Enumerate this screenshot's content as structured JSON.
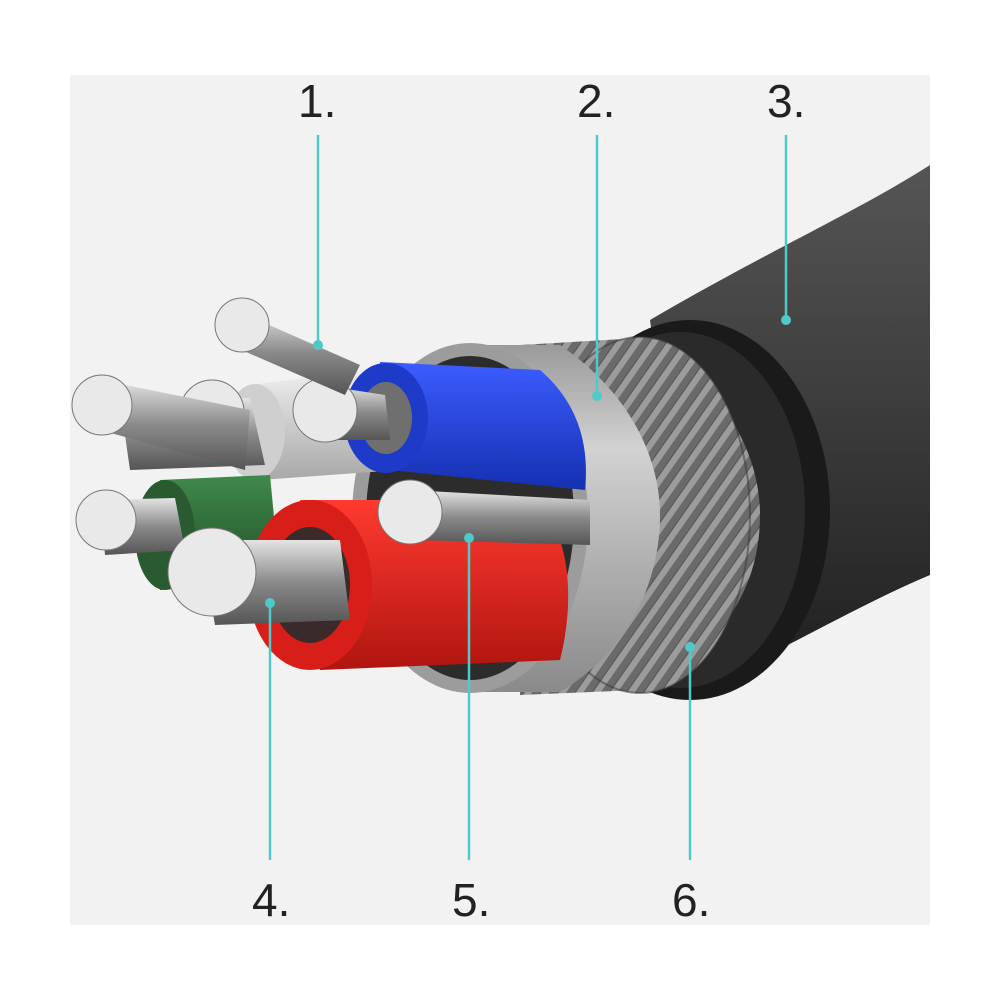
{
  "callouts": [
    {
      "number": "1.",
      "target": "bare-copper-strand"
    },
    {
      "number": "2.",
      "target": "aluminum-foil-shield"
    },
    {
      "number": "3.",
      "target": "outer-jacket"
    },
    {
      "number": "4.",
      "target": "red-wire-conductor"
    },
    {
      "number": "5.",
      "target": "drain-wire"
    },
    {
      "number": "6.",
      "target": "braided-shield"
    }
  ],
  "colors": {
    "background": "#f2f2f2",
    "leader": "#4fc9c9",
    "jacket": "#3a3a3a",
    "foil": "#b4b4b4",
    "blue_wire": "#2346e0",
    "red_wire": "#e8241e",
    "green_wire": "#2e6a38",
    "white_wire": "#d8d8d8",
    "copper": "#c8c8c8"
  }
}
